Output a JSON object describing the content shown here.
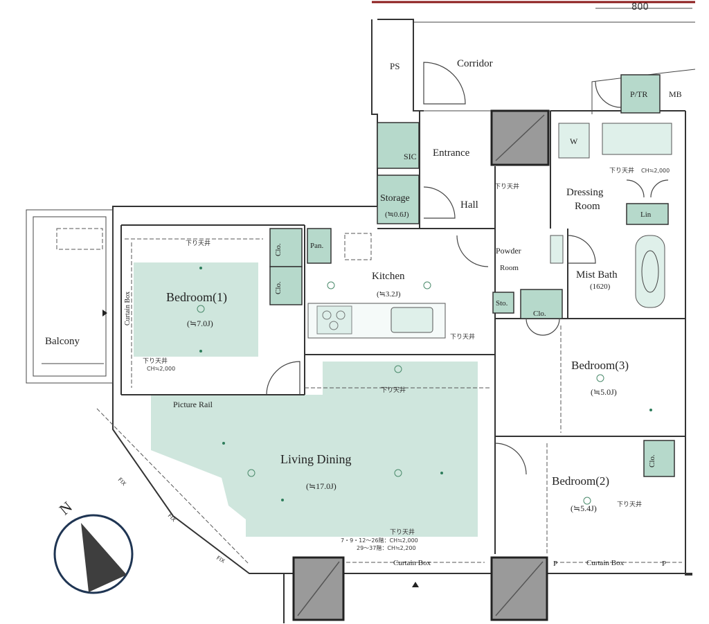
{
  "plan": {
    "dimension": "800",
    "rooms": {
      "ps": "PS",
      "corridor": "Corridor",
      "ptr": "P/TR",
      "mb": "MB",
      "sic": "SIC",
      "entrance": "Entrance",
      "storage": "Storage",
      "storage_area": "(≒0.6J)",
      "hall": "Hall",
      "w": "W",
      "dressing_1": "Dressing",
      "dressing_2": "Room",
      "lin": "Lin",
      "powder_1": "Powder",
      "powder_2": "Room",
      "mist_bath": "Mist Bath",
      "mist_bath_size": "(1620)",
      "bedroom1": "Bedroom(1)",
      "bedroom1_area": "(≒7.0J)",
      "clo": "Clo.",
      "pan": "Pan.",
      "kitchen": "Kitchen",
      "kitchen_area": "(≒3.2J)",
      "sto": "Sto.",
      "bedroom3": "Bedroom(3)",
      "bedroom3_area": "(≒5.0J)",
      "balcony": "Balcony",
      "living": "Living Dining",
      "living_area": "(≒17.0J)",
      "bedroom2": "Bedroom(2)",
      "bedroom2_area": "(≒5.4J)",
      "picture_rail": "Picture Rail",
      "curtain_box": "Curtain Box",
      "p": "P",
      "north": "N"
    },
    "notes": {
      "sagari_tenjo": "下り天井",
      "ch2000": "CH≒2,000",
      "living_ceiling_1": "7・9・12～26階：CH≒2,000",
      "living_ceiling_2": "29～37階：CH≒2,200",
      "fix": "FIX"
    }
  }
}
